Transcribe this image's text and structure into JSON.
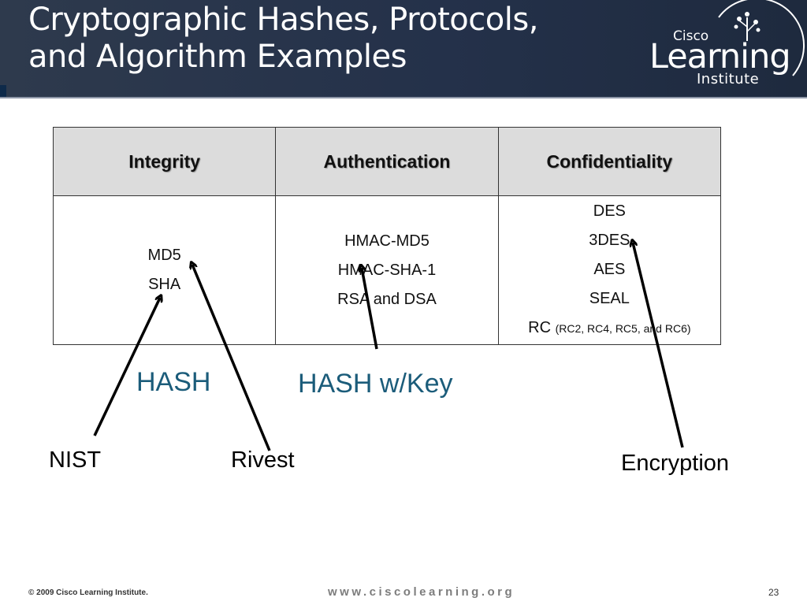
{
  "slide": {
    "title_line1": "Cryptographic Hashes, Protocols,",
    "title_line2": "and Algorithm Examples"
  },
  "logo": {
    "cisco": "Cisco",
    "learning": "Learning",
    "institute": "Institute"
  },
  "table": {
    "headers": [
      "Integrity",
      "Authentication",
      "Confidentiality"
    ],
    "integrity": [
      "MD5",
      "SHA"
    ],
    "authentication": [
      "HMAC-MD5",
      "HMAC-SHA-1",
      "RSA and DSA"
    ],
    "confidentiality": [
      "DES",
      "3DES",
      "AES",
      "SEAL"
    ],
    "rc_prefix": "RC",
    "rc_detail": "(RC2, RC4, RC5, and RC6)"
  },
  "annotations": {
    "hash": "HASH",
    "hash_key": "HASH w/Key",
    "nist": "NIST",
    "rivest": "Rivest",
    "encryption": "Encryption"
  },
  "colors": {
    "annotation_blue": "#1b5c7a",
    "header_bg": "#24314a"
  },
  "footer": {
    "copyright": "© 2009 Cisco Learning Institute.",
    "url": "www.ciscolearning.org",
    "page_number": "23"
  }
}
